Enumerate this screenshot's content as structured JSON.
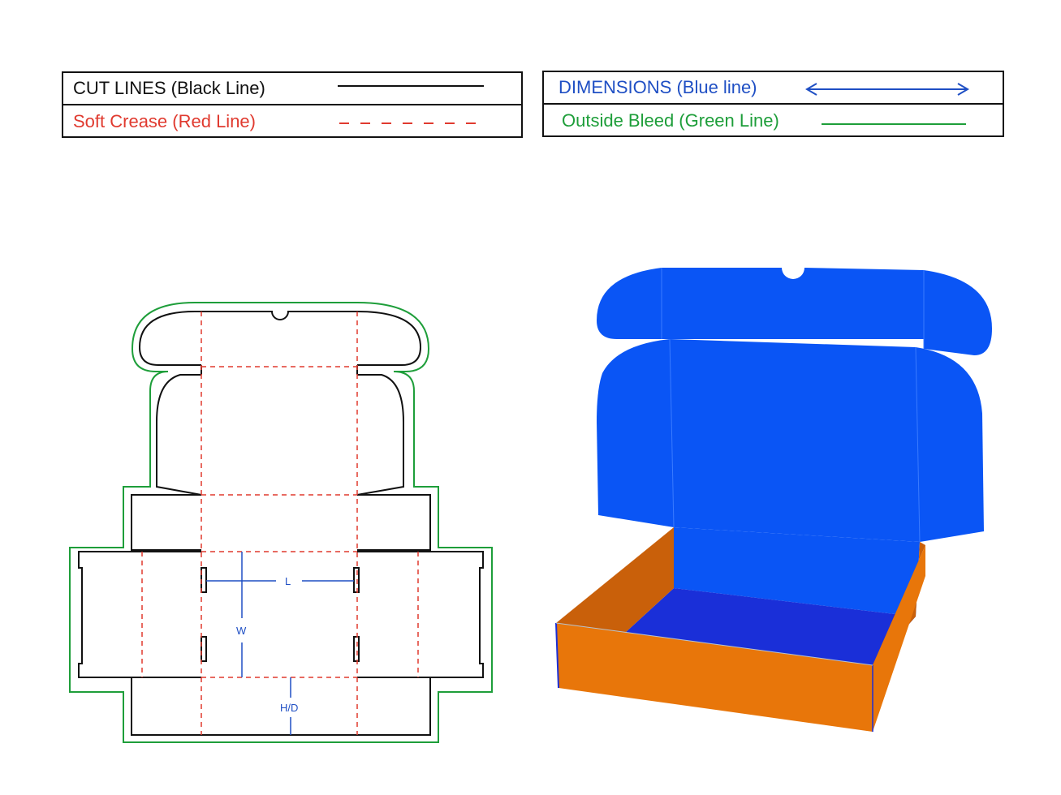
{
  "legend": {
    "cut_lines": {
      "label": "CUT LINES (Black Line)",
      "color": "#111111"
    },
    "soft_crease": {
      "label": "Soft Crease (Red Line)",
      "color": "#e03a2f"
    },
    "dimensions": {
      "label": "DIMENSIONS (Blue line)",
      "color": "#1f4fc4"
    },
    "outside_bleed": {
      "label": "Outside Bleed (Green Line)",
      "color": "#1e9e3a"
    }
  },
  "dieline": {
    "dimension_labels": {
      "length": "L",
      "width": "W",
      "height": "H/D"
    }
  },
  "box_3d": {
    "colors": {
      "inside": "#0a55f5",
      "inside_dark": "#1a2fd8",
      "outside": "#e8760a",
      "outside_dark": "#c9600a"
    }
  }
}
